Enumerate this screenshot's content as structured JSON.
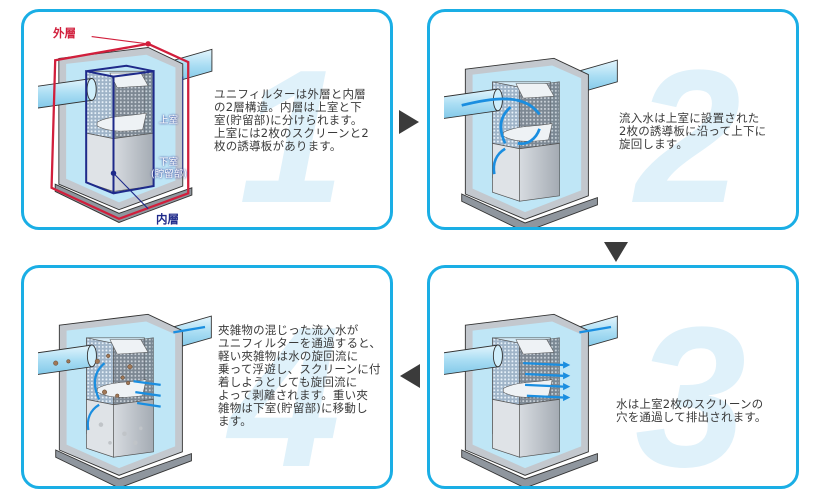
{
  "steps": [
    {
      "number": "1",
      "description": "ユニフィルターは外層と内層\nの2層構造。内層は上室と下\n室(貯留部)に分けられます。\n上室には2枚のスクリーンと2\n枚の誘導板があります。",
      "labels": {
        "outer_layer": "外層",
        "inner_layer": "内層",
        "upper_chamber": "上室",
        "lower_chamber": "下室",
        "storage": "(貯留部)"
      }
    },
    {
      "number": "2",
      "description": "流入水は上室に設置された\n2枚の誘導板に沿って上下に\n旋回します。"
    },
    {
      "number": "3",
      "description": "水は上室2枚のスクリーンの\n穴を通過して排出されます。"
    },
    {
      "number": "4",
      "description": "夾雑物の混じった流入水が\nユニフィルターを通過すると、\n軽い夾雑物は水の旋回流に\n乗って浮遊し、スクリーンに付\n着しようとしても旋回流に\nよって剥離されます。重い夾\n雑物は下室(貯留部)に移動し\nます。"
    }
  ],
  "colors": {
    "panel_border": "#1aaee5",
    "outer_layer": "#d11f3c",
    "inner_layer": "#1e2a8a",
    "water": "#bfe6f6",
    "step_number": "#dff1fa",
    "flow_arrow": "#3b3b3b"
  }
}
